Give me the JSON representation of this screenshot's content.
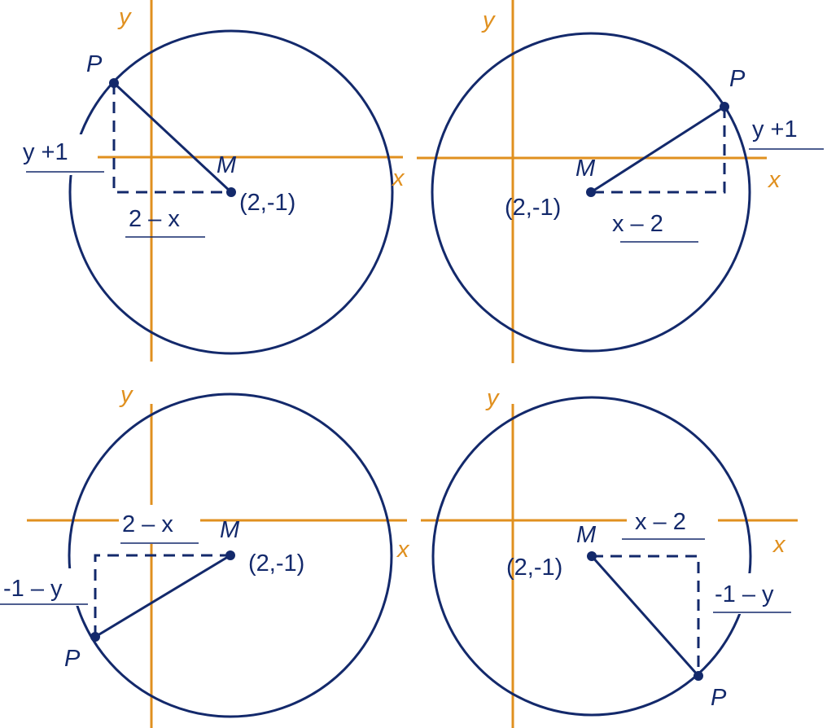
{
  "colors": {
    "axis": "#E0901F",
    "figure": "#13296B",
    "background": "#FFFFFF"
  },
  "panels": [
    {
      "x_axis_label": "x",
      "y_axis_label": "y",
      "point_label": "P",
      "center_label": "M",
      "center_coords": "(2,-1)",
      "horizontal_leg_label": "2 – x",
      "vertical_leg_label": "y +1"
    },
    {
      "x_axis_label": "x",
      "y_axis_label": "y",
      "point_label": "P",
      "center_label": "M",
      "center_coords": "(2,-1)",
      "horizontal_leg_label": "x – 2",
      "vertical_leg_label": "y +1"
    },
    {
      "x_axis_label": "x",
      "y_axis_label": "y",
      "point_label": "P",
      "center_label": "M",
      "center_coords": "(2,-1)",
      "horizontal_leg_label": "2 – x",
      "vertical_leg_label": "-1 – y"
    },
    {
      "x_axis_label": "x",
      "y_axis_label": "y",
      "point_label": "P",
      "center_label": "M",
      "center_coords": "(2,-1)",
      "horizontal_leg_label": "x – 2",
      "vertical_leg_label": "-1 – y"
    }
  ]
}
